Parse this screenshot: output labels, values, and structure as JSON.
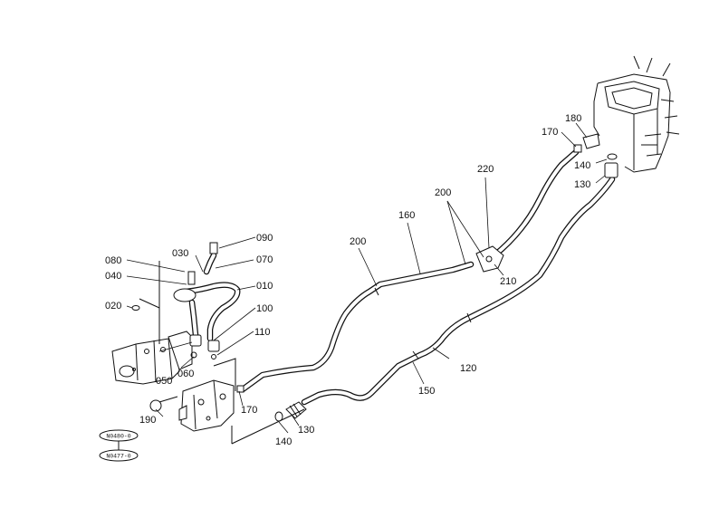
{
  "diagram": {
    "labels": {
      "p010": "010",
      "p020": "020",
      "p030": "030",
      "p040": "040",
      "p050": "050",
      "p060": "060",
      "p070": "070",
      "p080": "080",
      "p090": "090",
      "p100": "100",
      "p110": "110",
      "p120": "120",
      "p130a": "130",
      "p130b": "130",
      "p140a": "140",
      "p140b": "140",
      "p150": "150",
      "p160": "160",
      "p170a": "170",
      "p170b": "170",
      "p180": "180",
      "p190": "190",
      "p200a": "200",
      "p200b": "200",
      "p210": "210",
      "p220": "220"
    },
    "refs": {
      "ref1": "N0480-0",
      "ref2": "N0477-0"
    }
  }
}
